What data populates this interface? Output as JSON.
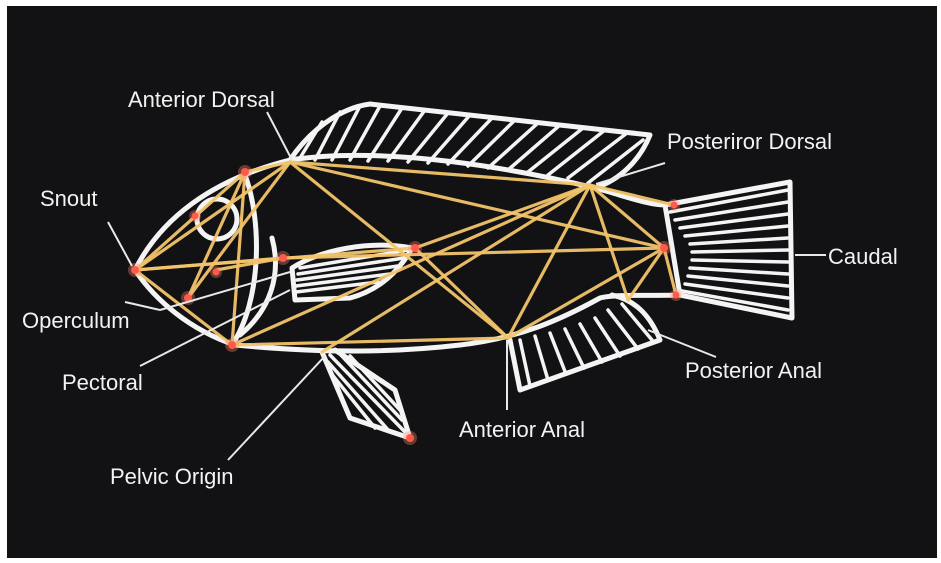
{
  "colors": {
    "background": "#121214",
    "outline": "#f4f4f4",
    "truss": "#f3c46a",
    "landmark": "#ff5a4a",
    "label": "#f2f2f2"
  },
  "labels": {
    "anterior_dorsal": "Anterior Dorsal",
    "posterior_dorsal": "Posteriror Dorsal",
    "snout": "Snout",
    "caudal": "Caudal",
    "operculum": "Operculum",
    "pectoral": "Pectoral",
    "posterior_anal": "Posterior Anal",
    "anterior_anal": "Anterior Anal",
    "pelvic_origin": "Pelvic Origin"
  }
}
